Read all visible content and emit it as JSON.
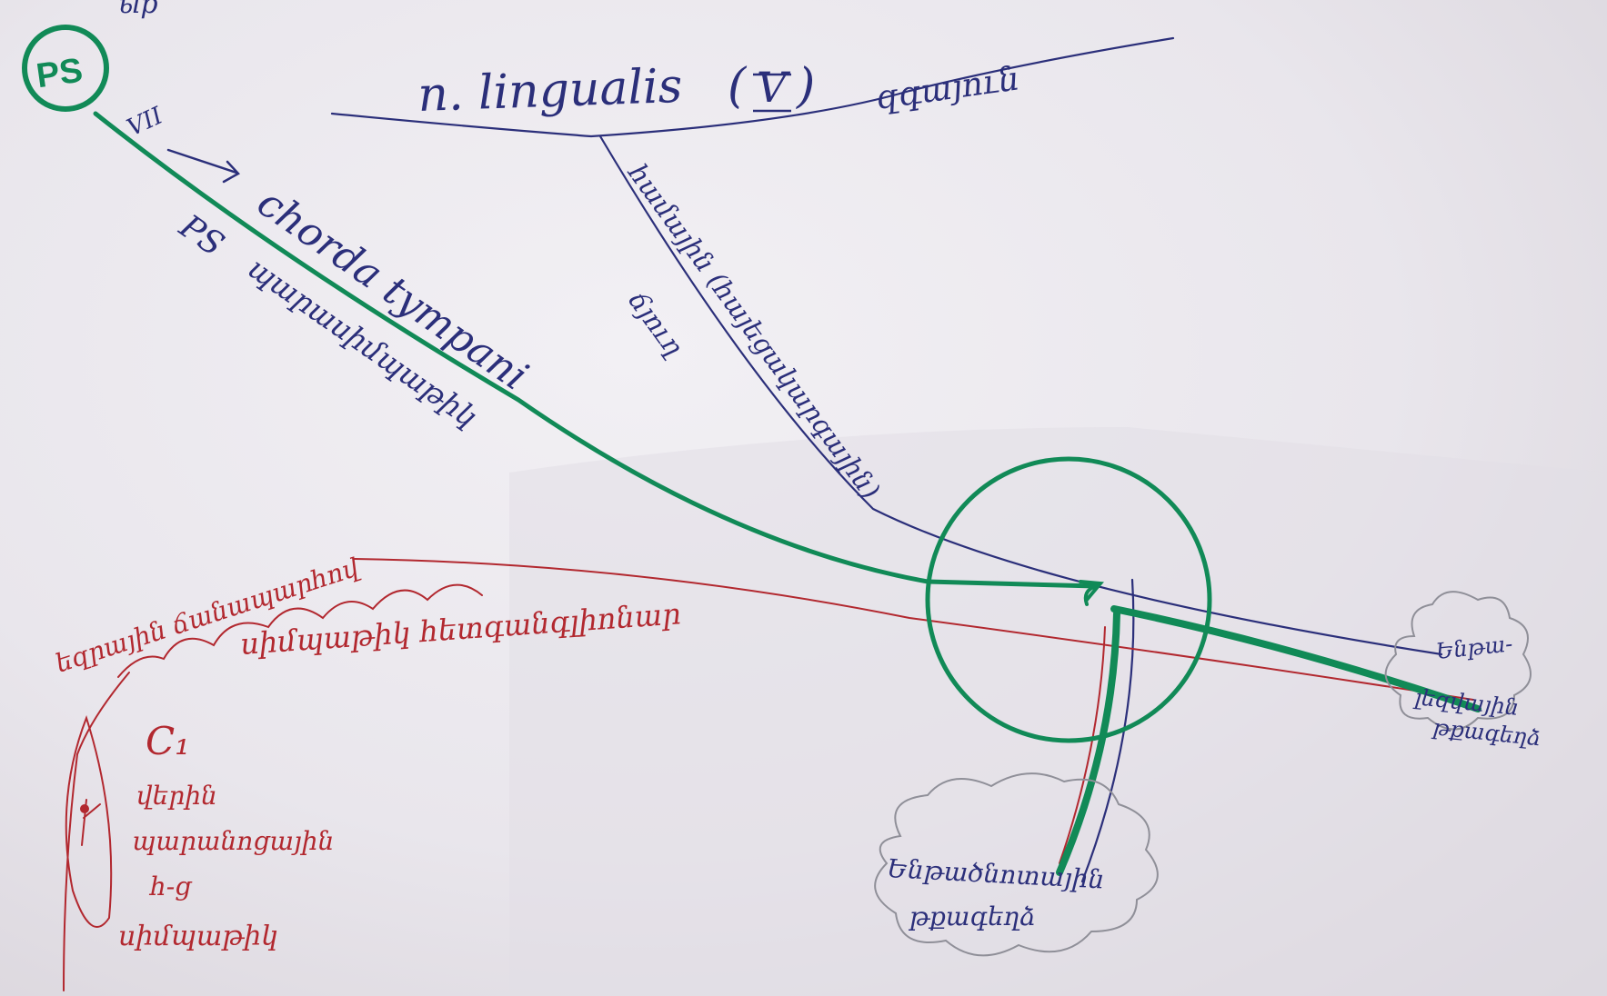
{
  "colors": {
    "paper": "#ecebef",
    "green_pen": "#118a57",
    "blue_pen": "#2b2f7a",
    "red_pen": "#b2282f",
    "gray_pencil": "#8f8f98"
  },
  "top_left": {
    "ps_circle_label": "PS",
    "fragment": "ыр"
  },
  "nerve_lingualis": {
    "label": "n. lingualis",
    "numeral": "V",
    "armenian": "զգայուն"
  },
  "chorda": {
    "arrow_label": "VII",
    "label": "chorda tympani",
    "ps_label": "PS",
    "ps_armenian": "պարասիմպաթիկ"
  },
  "taste_branch": {
    "label_line1": "համային (հայեցակարգային)",
    "label_line2": "ճյուղ"
  },
  "red_pathway": {
    "line1": "եզրային ճանապարհով",
    "line2": "սիմպաթիկ հետգանգլիոնար",
    "ganglion_label": "C₁",
    "note_line1": "վերին",
    "note_line2": "պարանոցային",
    "note_line3": "հ-ց",
    "note_line4": "սիմպաթիկ"
  },
  "glands": {
    "sublingual_line1": "Ենթա-",
    "sublingual_line2": "լեզվային",
    "sublingual_line3": "թքագեղձ",
    "submandibular_line1": "Ենթածնոտային",
    "submandibular_line2": "թքագեղձ"
  },
  "ganglion_circle": {
    "label": ""
  }
}
